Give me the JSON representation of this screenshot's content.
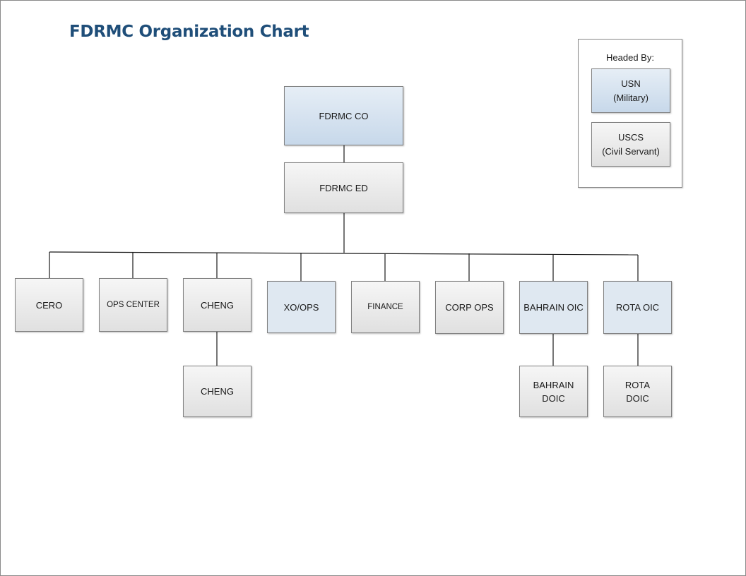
{
  "title": "FDRMC Organization Chart",
  "legend": {
    "title": "Headed By:",
    "items": [
      {
        "line1": "USN",
        "line2": "(Military)",
        "color": "#c9daeb"
      },
      {
        "line1": "USCS",
        "line2": "(Civil Servant)",
        "color": "#e3e3e3"
      }
    ]
  },
  "nodes": {
    "co": "FDRMC CO",
    "ed": "FDRMC ED",
    "cero": "CERO",
    "ops_center": "OPS CENTER",
    "cheng": "CHENG",
    "xo_ops": "XO/OPS",
    "finance": "FINANCE",
    "corp_ops": "CORP OPS",
    "bahrain_oic": "BAHRAIN OIC",
    "rota_oic": "ROTA OIC",
    "cheng_sub": "CHENG",
    "bahrain_doic": [
      "BAHRAIN",
      "DOIC"
    ],
    "rota_doic": [
      "ROTA",
      "DOIC"
    ]
  }
}
